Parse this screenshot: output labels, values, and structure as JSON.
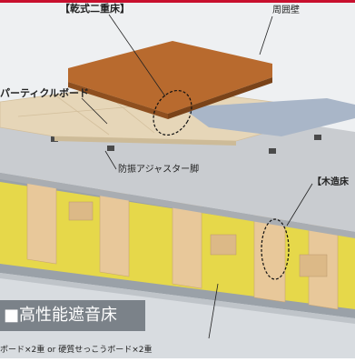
{
  "labels": {
    "dry_double_floor": "【乾式二重床】",
    "surrounding_wall": "周囲壁",
    "particle_board": "パーティクルボード",
    "anti_vibration_adjuster": "防振アジャスター脚",
    "wooden_floor": "【木造床",
    "high_performance_floor": "■高性能遮音床",
    "gypsum_board": "ボード×2重 or 硬質せっこうボード×2重"
  },
  "colors": {
    "top_accent": "#c8102e",
    "wood_floor": "#b86a2e",
    "particle_board": "#e6d6b8",
    "subfloor_panel": "#c9ccd0",
    "joist_wood": "#e8c89a",
    "insulation": "#e6d84a",
    "ceiling": "#d8dce0"
  },
  "icons": [
    "ellipse-highlight-dashed"
  ]
}
